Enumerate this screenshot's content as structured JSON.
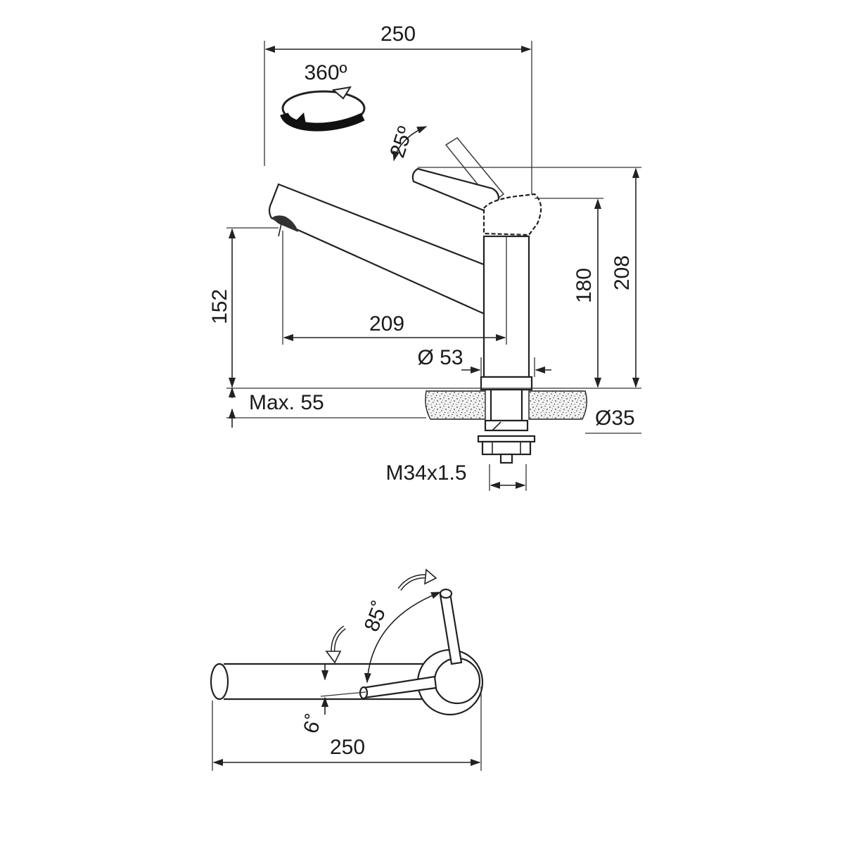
{
  "top_view": {
    "overall_width": "250",
    "swivel_angle": "360º",
    "lever_angle": "25º",
    "spout_height": "152",
    "spout_reach": "209",
    "base_diameter": "Ø 53",
    "body_height": "180",
    "overall_height": "208",
    "max_worktop": "Max. 55",
    "hole_diameter": "Ø35",
    "thread": "M34x1.5"
  },
  "plan_view": {
    "lever_rotation": "85˚",
    "spout_angle": "6˚",
    "overall_width": "250"
  },
  "colors": {
    "line": "#222222",
    "worktop_fill": "#f2f2f2",
    "speckle": "#333333"
  },
  "icons": [
    "rotation-arrow-icon",
    "curved-arrow-icon"
  ]
}
